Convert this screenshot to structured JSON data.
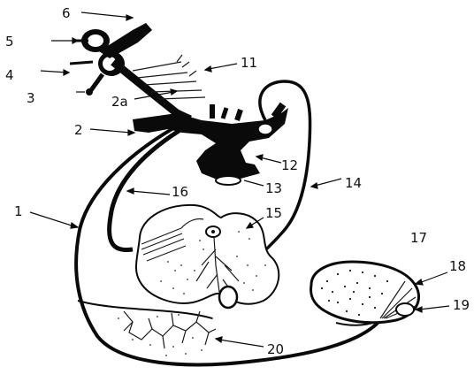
{
  "colors": {
    "ink": "#0a0a0a",
    "background": "#ffffff"
  },
  "labels": {
    "l1": "1",
    "l2": "2",
    "l2a": "2a",
    "l3": "3",
    "l4": "4",
    "l5": "5",
    "l6": "6",
    "l11": "11",
    "l12": "12",
    "l13": "13",
    "l14": "14",
    "l15": "15",
    "l16": "16",
    "l17": "17",
    "l18": "18",
    "l19": "19",
    "l20": "20"
  }
}
